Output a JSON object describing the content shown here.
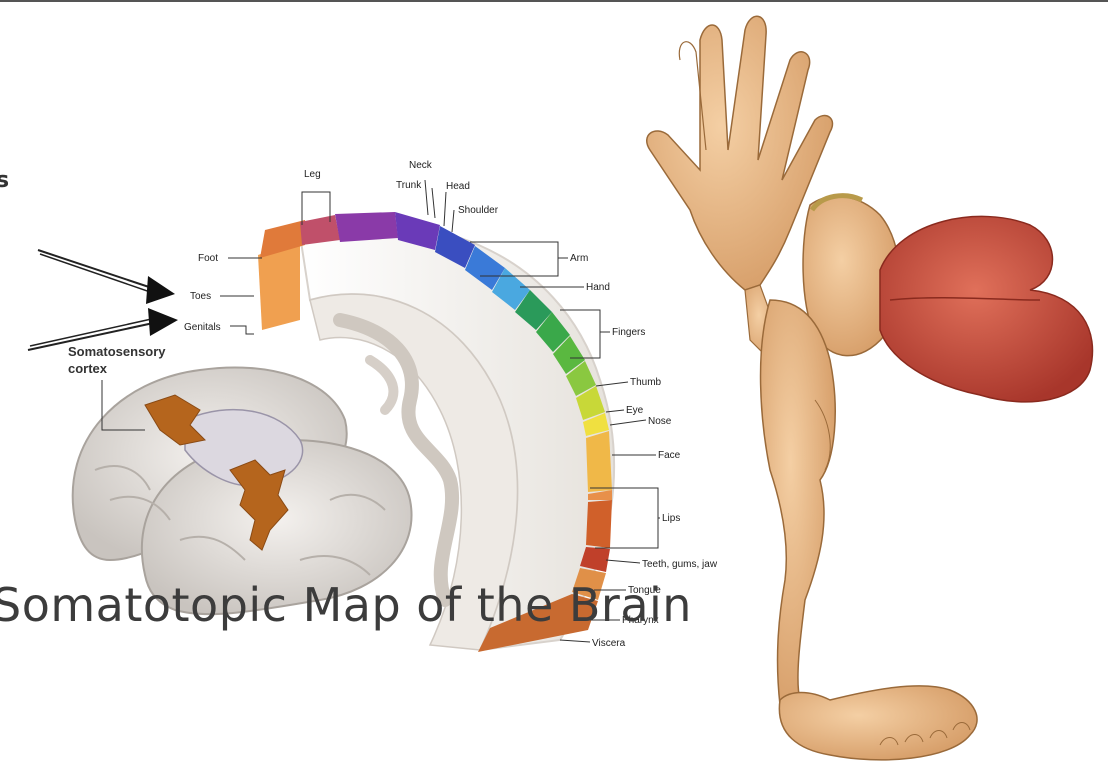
{
  "slide": {
    "title": "Somatotopic Map of the Brain",
    "cut_off_text": "s"
  },
  "diagram": {
    "cortex_label_line1": "Somatosensory",
    "cortex_label_line2": "cortex",
    "top_labels": {
      "leg": "Leg",
      "neck": "Neck",
      "trunk": "Trunk",
      "head": "Head",
      "shoulder": "Shoulder"
    },
    "left_labels": {
      "foot": "Foot",
      "toes": "Toes",
      "genitals": "Genitals"
    },
    "right_labels": {
      "arm": "Arm",
      "hand": "Hand",
      "fingers": "Fingers",
      "thumb": "Thumb",
      "eye": "Eye",
      "nose": "Nose",
      "face": "Face",
      "lips": "Lips",
      "teeth": "Teeth, gums, jaw",
      "tongue": "Tongue",
      "pharynx": "Pharynx",
      "viscera": "Viscera"
    }
  },
  "colors": {
    "cortex_patch": "#b5651d",
    "homunculus_skin": "#e8b98a",
    "lips": "#c84a3a",
    "title_text": "#3c3c3c"
  }
}
